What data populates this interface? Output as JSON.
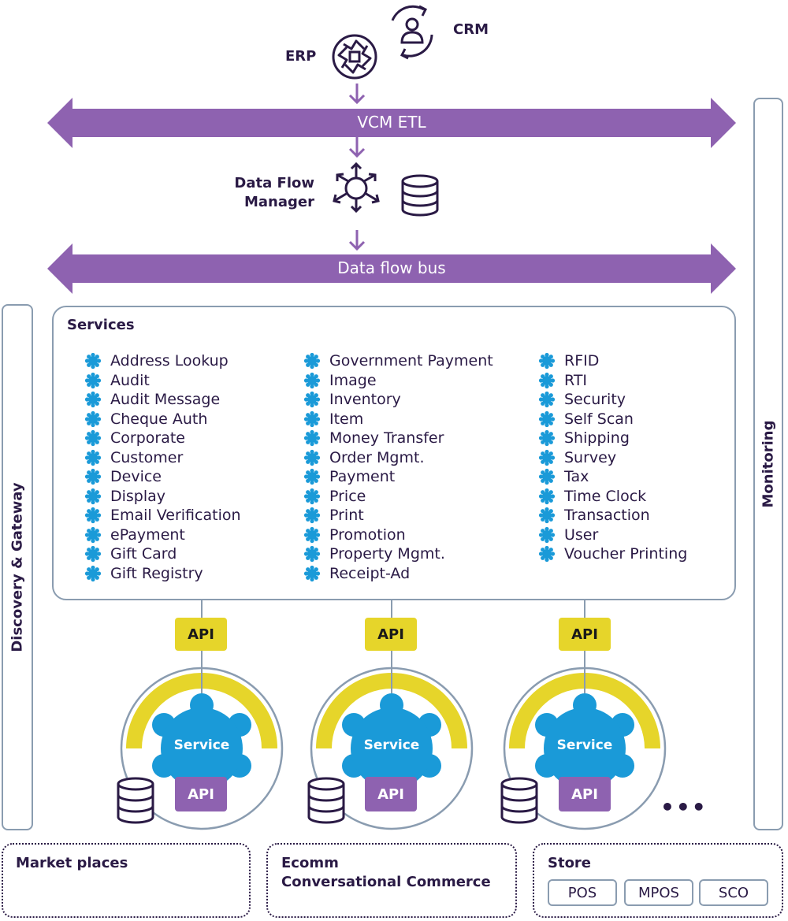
{
  "top": {
    "erp_label": "ERP",
    "crm_label": "CRM",
    "etl_bar_label": "VCM ETL",
    "dfm_label_line1": "Data Flow",
    "dfm_label_line2": "Manager",
    "bus_label": "Data flow bus"
  },
  "sides": {
    "left_label": "Discovery & Gateway",
    "right_label": "Monitoring"
  },
  "services": {
    "title": "Services",
    "columns": [
      [
        "Address Lookup",
        "Audit",
        "Audit Message",
        "Cheque Auth",
        "Corporate",
        "Customer",
        "Device",
        "Display",
        "Email Verification",
        "ePayment",
        "Gift Card",
        "Gift Registry"
      ],
      [
        "Government Payment",
        "Image",
        "Inventory",
        "Item",
        "Money Transfer",
        "Order Mgmt.",
        "Payment",
        "Price",
        "Print",
        "Promotion",
        "Property Mgmt.",
        "Receipt-Ad"
      ],
      [
        "RFID",
        "RTI",
        "Security",
        "Self Scan",
        "Shipping",
        "Survey",
        "Tax",
        "Time Clock",
        "Transaction",
        "User",
        "Voucher Printing"
      ]
    ]
  },
  "nodes": {
    "api_label": "API",
    "service_label": "Service",
    "inner_api_label": "API",
    "more": "•••"
  },
  "channels": {
    "market": "Market places",
    "ecomm_line1": "Ecomm",
    "ecomm_line2": "Conversational Commerce",
    "store": "Store",
    "store_items": [
      "POS",
      "MPOS",
      "SCO"
    ]
  },
  "colors": {
    "purple": "#8e62b0",
    "navy": "#2a1a45",
    "yellow": "#e6d52a",
    "blue": "#1a9ad8",
    "gray_border": "#8a9cb0"
  }
}
